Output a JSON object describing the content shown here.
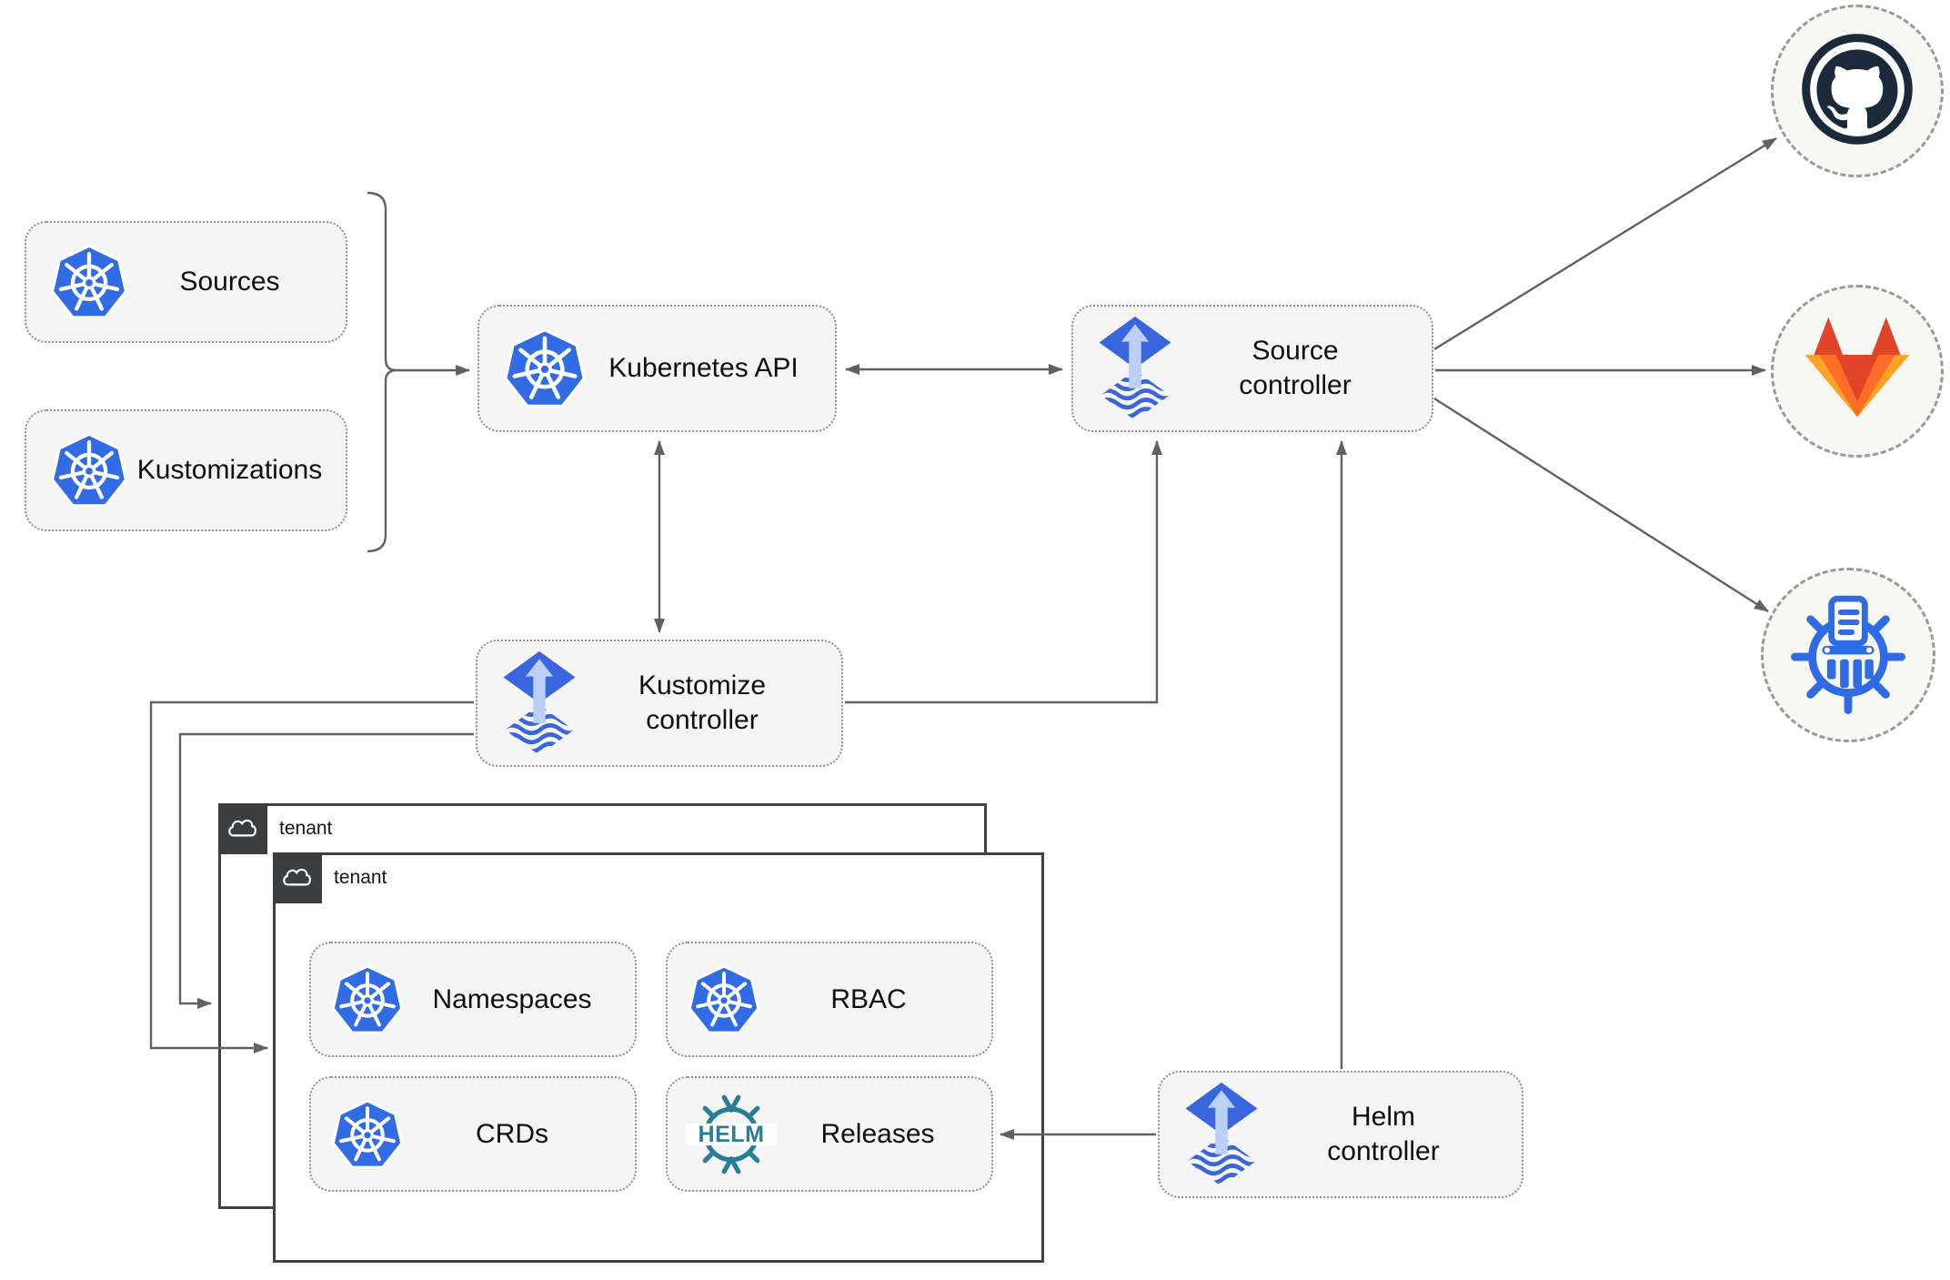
{
  "nodes": {
    "sources": "Sources",
    "kustomizations": "Kustomizations",
    "kubernetes_api": "Kubernetes API",
    "source_controller": {
      "line1": "Source",
      "line2": "controller"
    },
    "kustomize_controller": {
      "line1": "Kustomize",
      "line2": "controller"
    },
    "helm_controller": {
      "line1": "Helm",
      "line2": "controller"
    },
    "namespaces": "Namespaces",
    "rbac": "RBAC",
    "crds": "CRDs",
    "releases": "Releases"
  },
  "tenants": {
    "outer": "tenant",
    "inner": "tenant"
  },
  "logos": {
    "helm_text": "HELM"
  },
  "icons": {
    "kubernetes": "kubernetes-wheel-icon",
    "flux": "flux-diamond-icon",
    "helm": "helm-wheel-icon",
    "cloud": "cloud-icon",
    "github": "github-octocat-icon",
    "gitlab": "gitlab-tanuki-icon",
    "registry": "container-registry-icon"
  },
  "colors": {
    "box_fill": "#f5f5f5",
    "line_gray": "#616161",
    "tenant_tab": "#3b3d3f",
    "kubernetes_blue": "#326ce5",
    "flux_blue": "#3a66dd",
    "flux_light": "#bccff6",
    "helm_teal": "#2a7d96",
    "github_dark": "#1b2a3a",
    "gitlab_red": "#e24329",
    "gitlab_orange": "#fc6d26",
    "gitlab_yellow": "#fca326",
    "registry_blue": "#2f6be4"
  }
}
